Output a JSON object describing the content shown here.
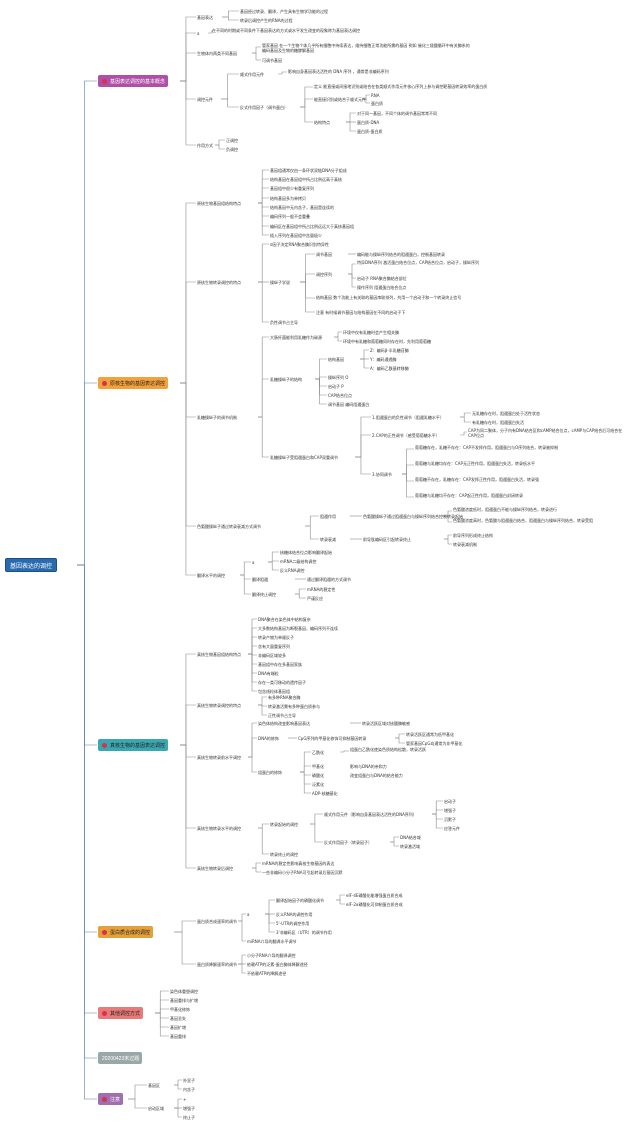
{
  "root": {
    "label": "基因表达的调控",
    "color": "#2a6bb0"
  },
  "branches": [
    {
      "id": "b1",
      "label": "基因表达调控的基本概念",
      "color": "#b04fa8"
    },
    {
      "id": "b2",
      "label": "原核生物的基因表达调控",
      "color": "#f2a13b"
    },
    {
      "id": "b3",
      "label": "真核生物的基因表达调控",
      "color": "#3ba7b0"
    },
    {
      "id": "b4",
      "label": "蛋白质合成的调控",
      "color": "#e5a03a"
    },
    {
      "id": "b5",
      "label": "其他调控方式",
      "color": "#e87a7a"
    },
    {
      "id": "b6",
      "label": "20200423末过题",
      "color": "#9aa7a8"
    },
    {
      "id": "b7",
      "label": "注意",
      "color": "#a06fb0"
    }
  ],
  "b1": {
    "n1": "基因表达",
    "n1a": "基因经过转录、翻译，产生具有生物学功能的过程",
    "n1b": "转录后调控产生的RNA的过程",
    "n2": "a",
    "n2a": "在不同的时期或不同条件下基因表达的方式或水平发生改变的现象称为基因表达调控",
    "n3": "生物体内两类不同基因",
    "n3a": "管家基因 在一个生物个体几乎所有细胞中持续表达，维持细胞正常功能所需的基因 例如 催化三羧酸循环中有关酶系的编码基因及生物的糖酵解基因",
    "n3b": "可调节基因",
    "n4": "调控元件",
    "n4a": "顺式作用元件",
    "n4a1": "影响自身基因表达活性的 DNA 序列 ，通常是非编码序列",
    "n4b": "反式作用因子（调节蛋白）",
    "n4b1": "定义 能直接或间接地识别或结合在各类顺式作用元件核心序列上参与调控靶基因转录效率的蛋白质",
    "n4b2": "能直接识别或结合于顺式元件",
    "n4b2a": "RNA",
    "n4b2b": "蛋白质",
    "n4b3": "结构特点",
    "n4b3a": "对于同一基因，不同个体的调节基因常常不同",
    "n4b3b": "蛋白质-DNA",
    "n4b3c": "蛋白质-蛋白质",
    "n5": "作用方式",
    "n5a": "正调控",
    "n5b": "负调控"
  },
  "b2": {
    "n1": "原核生物基因组结构特点",
    "n1items": [
      "基因组通常仅由一条环状双链DNA分子组成",
      "结构基因在基因组中所占比例远高于真核",
      "基因组中很少有重复序列",
      "结构基因多为单拷贝",
      "结构基因中无内含子，基因是连续的",
      "编码序列一般不会重叠",
      "编码区在基因组中所占比例远远大于真核基因组",
      "插入序列在基因组中含量极少"
    ],
    "n2": "原核生物转录调控的特点",
    "n2a": "σ因子决定RNA聚合酶识别特异性",
    "n2b": "操纵子学说",
    "n2b1": "调节基因",
    "n2b1a": "编码能与操纵序列结合的阻遏蛋白，控制基因转录 ",
    "n2b2": "调控序列",
    "n2b2a": "特异DNA序列 激活蛋白结合位点，CAP结合位点，启动子，操纵序列",
    "n2b2b": "启动子 RNA聚合酶结合部位",
    "n2b2c": "操作序列 阻遏蛋白结合位点",
    "n2b3": "结构基因 数个功能上有关联的基因串联排列，共用一个启动子和一个转录终止信号",
    "n2b4": "注意 有时候调节基因与结构基因在不同的启动子下",
    "n2c": "负性调节占主导",
    "n3": "乳糖操纵子的调节机制",
    "n3a": "大肠杆菌能利用乳糖作为碳源",
    "n3a1": "环境中仅有乳糖时会产生相关酶",
    "n3a2": "环境中有乳糖和葡萄糖同时存在时，先利用葡萄糖",
    "n3b": "乳糖操纵子的结构",
    "n3b1": "结构基因",
    "n3b1a": "Z：编码β-半乳糖苷酶",
    "n3b1b": "Y：编码通透酶",
    "n3b1c": "A：编码乙酰基转移酶",
    "n3b2": "操纵序列 O",
    "n3b3": "启动子 P",
    "n3b4": "CAP结合位点",
    "n3b5": "调节基因 编码阻遏蛋白",
    "n3c": "乳糖操纵子受阻遏蛋白和CAP双重调节",
    "n3c1": "1.阻遏蛋白的负性调节（阻遏乳糖水平）",
    "n3c1a": "无乳糖存在时，阻遏蛋白处于活性状态",
    "n3c1b": "有乳糖存在时，阻遏蛋白失活",
    "n3c2": "2.CAP的正性调节（感受葡萄糖水平）",
    "n3c2a": "CAP为同二聚体，分子内有DNA结合区和cAMP结合位点，cAMP与CAP结合后可结合在CAP位点",
    "n3c3": "3.协同调节",
    "n3c3a": "葡萄糖存在，乳糖不存在：CAP不发挥作用，阻遏蛋白与O序列结合，转录被抑制",
    "n3c3b": "葡萄糖与乳糖均存在：CAP无正性作用，阻遏蛋白失活，转录低水平",
    "n3c3c": "葡萄糖不存在，乳糖存在：CAP发挥正性作用，阻遏蛋白失活，转录强",
    "n3c3d": "葡萄糖与乳糖均不存在：CAP起正性作用，阻遏蛋白封闭转录",
    "n4": "色氨酸操纵子通过转录衰减方式调节",
    "n4a": "阻遏作用",
    "n4a1": "色氨酸操纵子通过阻遏蛋白与操纵序列结合控制转录起始",
    "n4a1a": "色氨酸浓度低时，阻遏蛋白不能与操纵序列结合，转录进行",
    "n4a1b": "色氨酸浓度高时，色氨酸与阻遏蛋白结合，阻遏蛋白与操纵序列结合，转录受阻",
    "n4b": "转录衰减",
    "n4b1": "前导肽编码区引起转录终止",
    "n4b1a": "前导序列形成终止结构",
    "n4b1b": "转录衰减机制",
    "n5": "翻译水平的调控",
    "n5a": "a",
    "n5a1": "核糖体结合位点影响翻译起始",
    "n5a2": "mRNA二级结构调控",
    "n5a3": "反义RNA调控",
    "n5b": "翻译阻遏",
    "n5b1": "通过翻译阻遏的方式调节",
    "n5c": "翻译终止调控",
    "n5c1": "mRNA的稳定性",
    "n5c2": "严谨反应"
  },
  "b3": {
    "n1": "真核生物基因组结构特点",
    "n1items": [
      "DNA聚合在染色体中结构复杂",
      "大多数结构基因为断裂基因，编码序列不连续",
      "转录产物为单顺反子",
      "含有大量重复序列",
      "非编码区域较多",
      "基因组中存在多基因家族",
      "DNA有端粒",
      "存在一类可移动的遗传因子",
      "包含线粒体基因组"
    ],
    "n2": "真核生物转录调控的特点",
    "n2a": "有多种RNA聚合酶",
    "n2b": "转录激活需有多种蛋白质参与",
    "n2c": "正性调节占主导",
    "n3": "真核生物转录前水平调控",
    "n3a": "染色体结构改变影响基因表达",
    "n3a1": "转录活跃区域对核酸酶敏感",
    "n3b": "DNA的修饰",
    "n3b1": "CpG序列的甲基化修饰可抑制基因转录",
    "n3b1a": "转录活跃区通常为低甲基化",
    "n3b1b": "管家基因CpG岛通常为非甲基化",
    "n3c": "组蛋白的修饰",
    "n3c1": "乙酰化",
    "n3c1a": "组蛋白乙酰化使染色质结构松散，转录活跃",
    "n3c2": "甲基化",
    "n3c2a": "影响与DNA的亲和力",
    "n3c3": "磷酸化",
    "n3c3a": "改变组蛋白与DNA的结合能力",
    "n3c4": "泛素化",
    "n3c5": "ADP-核糖基化",
    "n4": "真核生物转录水平的调控",
    "n4a": "转录起始的调控",
    "n4a1": "顺式作用元件（影响自身基因表达活性的DNA序列）",
    "n4a1a": "启动子",
    "n4a1b": "增强子",
    "n4a1c": "沉默子",
    "n4a1d": "应答元件",
    "n4a2": "反式作用因子（转录因子）",
    "n4a2a": "DNA结合域",
    "n4a2b": "转录激活域",
    "n4b": "转录终止的调控",
    "n5": "真核生物转录后调控",
    "n5a": "mRNA的稳定性影响真核生物基因的表达",
    "n5b": "一些非编码小分子RNA可引起转录后基因沉默"
  },
  "b4": {
    "n1": "蛋白质合成速率的调节",
    "n1a": "a",
    "n1a1": "翻译起始因子的磷酸化调节",
    "n1a1a": "eIF-4E磷酸化能增强蛋白质合成",
    "n1a1b": "eIF-2α磷酸化可抑制蛋白质合成",
    "n1a2": "反义RNA的调控作用",
    "n1a3": "5'-UTR的调控作用",
    "n1a4": "3'非编码区（UTR）的调节作用",
    "n1b": "miRNA介导的翻译水平调节",
    "n2": "蛋白质降解速率的调节",
    "n2a": "小分子RNA介导的翻译调控",
    "n2b": "依赖ATP的泛素-蛋白酶体降解途径",
    "n2c": "不依赖ATP的降解途径"
  },
  "b5": {
    "items": [
      "染色体重塑调控",
      "基因重排与扩增",
      "甲基化修饰",
      "基因丢失",
      "基因扩增",
      "基因重排"
    ]
  },
  "b7": {
    "n1": "基因区",
    "n1a": "外显子",
    "n1b": "内含子",
    "n2": "启动区域",
    "n2a": "+",
    "n2b": "增强子",
    "n2c": "终止子"
  }
}
